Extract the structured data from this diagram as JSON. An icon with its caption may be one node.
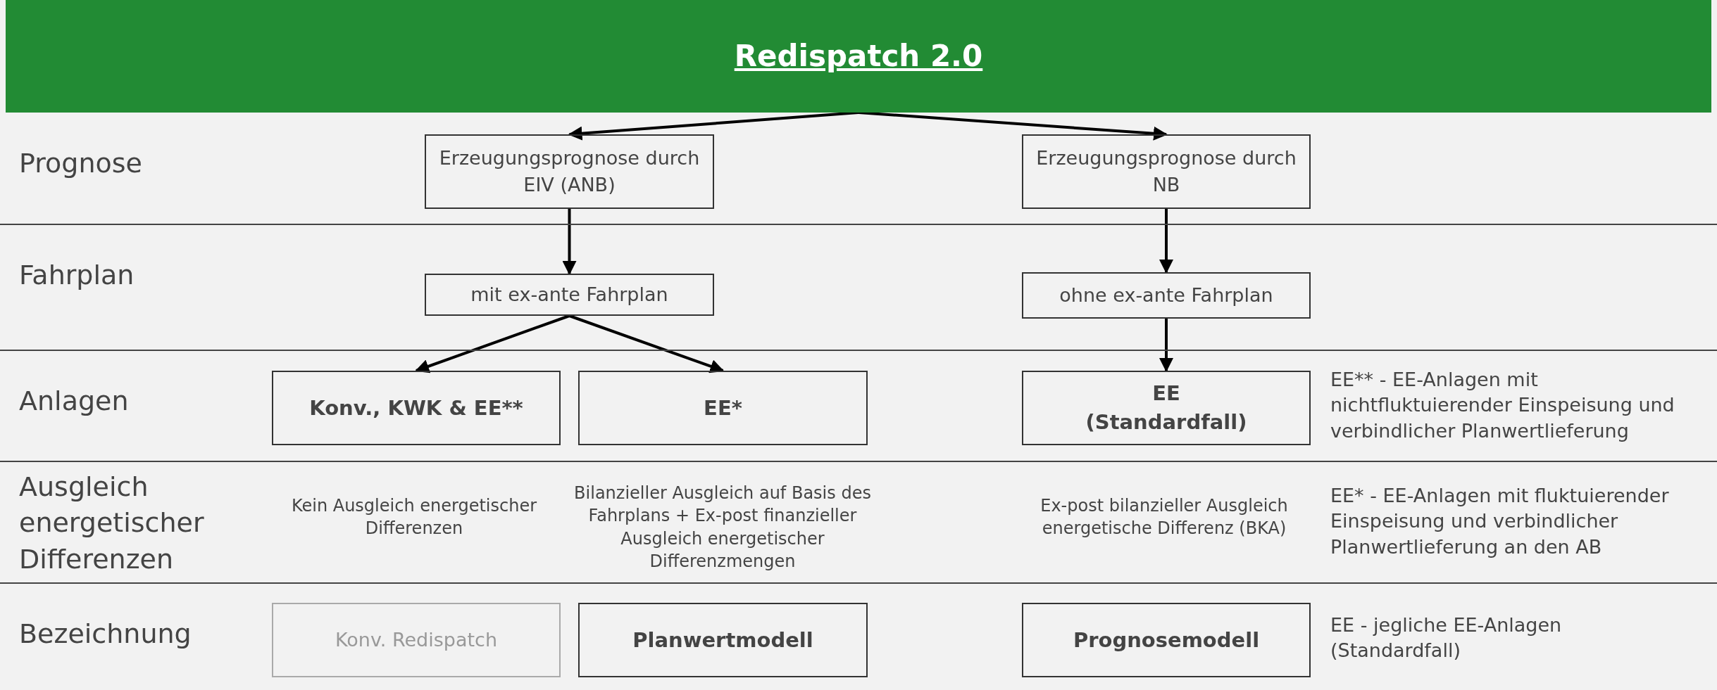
{
  "diagram": {
    "nodes": [
      {
        "text": [
          "Redispatch 2.0"
        ]
      },
      {
        "text": [
          "Erzeugungsprognose durch EIV (ANB)"
        ]
      },
      {
        "text": [
          "Erzeugungsprognose durch NB"
        ]
      },
      {
        "text": [
          "mit ex-ante Fahrplan"
        ]
      },
      {
        "text": [
          "ohne ex-ante Fahrplan"
        ]
      },
      {
        "text": [
          "Konv., KWK & EE**"
        ]
      },
      {
        "text": [
          "EE*"
        ]
      },
      {
        "text": [
          "EE (Standardfall)"
        ]
      },
      {
        "text": [
          "Konv. Redispatch"
        ]
      },
      {
        "text": [
          "Planwertmodell"
        ]
      },
      {
        "text": [
          "Prognosemodell"
        ]
      }
    ],
    "edges": [
      {
        "from": 0,
        "to": 1,
        "arrow": "to"
      },
      {
        "from": 0,
        "to": 2,
        "arrow": "to"
      },
      {
        "from": 1,
        "to": 3,
        "arrow": "to"
      },
      {
        "from": 2,
        "to": 4,
        "arrow": "to"
      },
      {
        "from": 3,
        "to": 5,
        "arrow": "to"
      },
      {
        "from": 3,
        "to": 6,
        "arrow": "to"
      },
      {
        "from": 4,
        "to": 7,
        "arrow": "to"
      }
    ],
    "labels": [
      "Prognose",
      "Fahrplan",
      "Anlagen",
      "EE** - EE-Anlagen mit nichtfluktuierender Einspeisung und verbindlicher Planwertlieferung",
      "Ausgleich energetischer Differenzen",
      "Kein Ausgleich energetischer Differenzen",
      "Bilanzieller Ausgleich auf Basis des Fahrplans + Ex-post finanzieller Ausgleich energetischer Differenzmengen",
      "Ex-post bilanzieller Ausgleich energetische Differenz (BKA)",
      "EE* - EE-Anlagen mit fluktuierender Einspeisung und verbindlicher Planwertlieferung an den AB",
      "Bezeichnung",
      "EE - jegliche EE-Anlagen (Standardfall)"
    ]
  }
}
